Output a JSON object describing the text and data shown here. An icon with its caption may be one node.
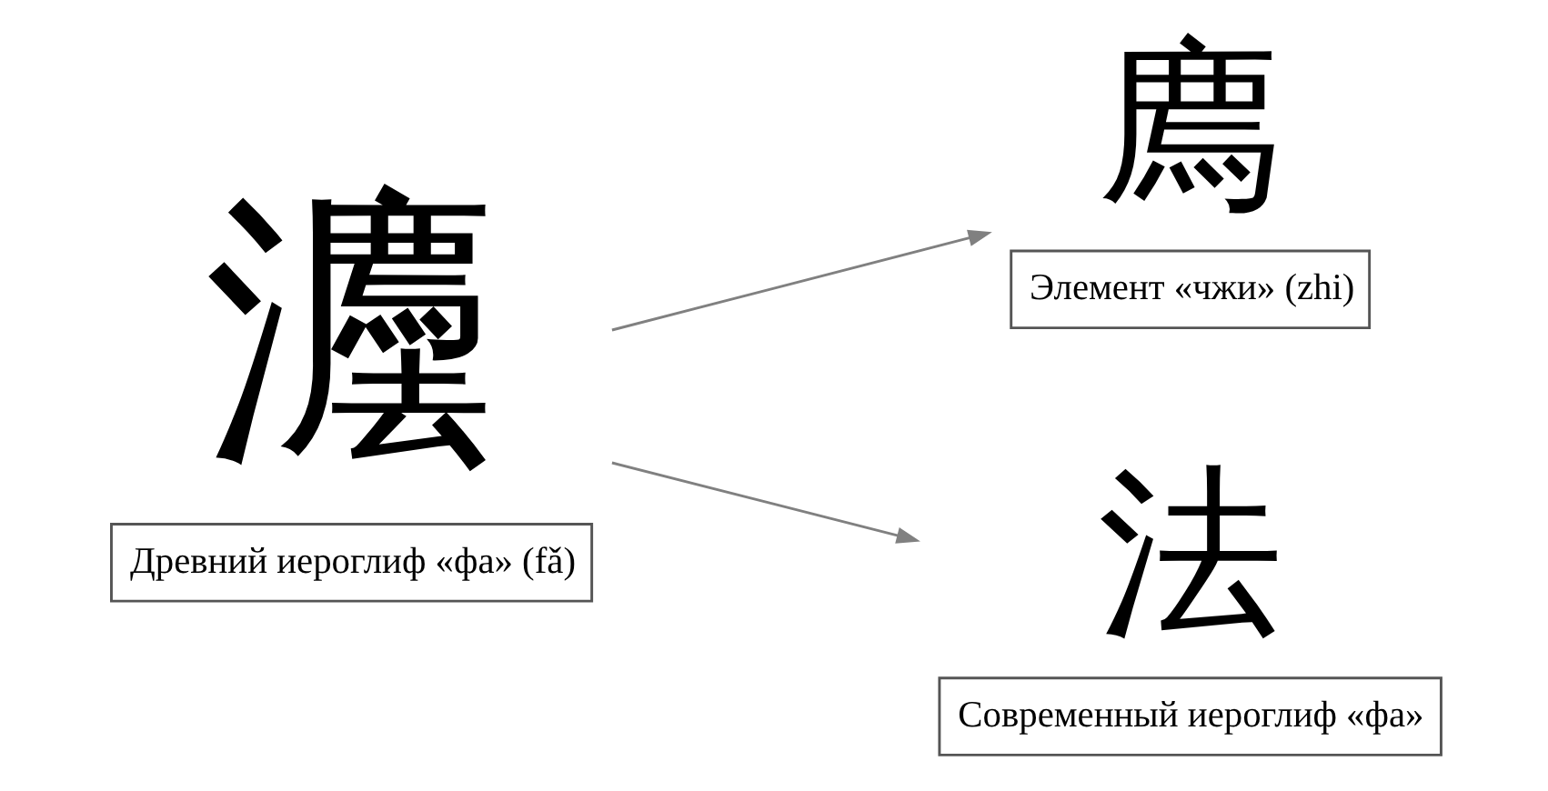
{
  "diagram": {
    "nodes": [
      {
        "text": [
          "灋",
          "Древний иероглиф «фа» (fǎ)"
        ]
      },
      {
        "text": [
          "廌",
          "Элемент «чжи» (zhi)"
        ]
      },
      {
        "text": [
          "法",
          "Современный иероглиф «фа»"
        ]
      }
    ],
    "edges": [
      {
        "from": 0,
        "to": 1,
        "arrow": "to"
      },
      {
        "from": 0,
        "to": 2,
        "arrow": "to"
      }
    ]
  }
}
